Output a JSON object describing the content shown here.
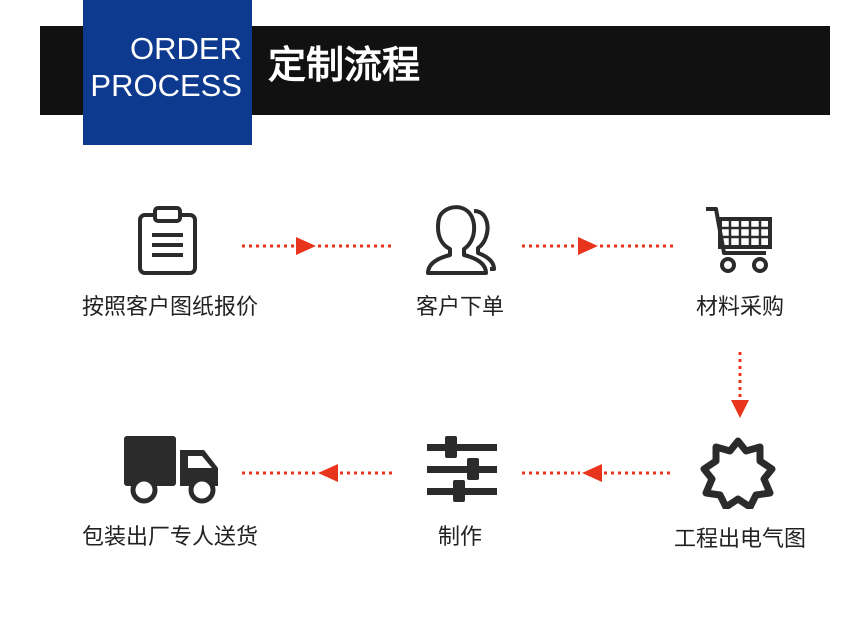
{
  "header": {
    "en_line1": "ORDER",
    "en_line2": "PROCESS",
    "cn_title": "定制流程",
    "colors": {
      "bar": "#111111",
      "blue": "#0d3a8e",
      "arrow": "#e8341c",
      "icon": "#2b2b2b"
    }
  },
  "steps": [
    {
      "label": "按照客户图纸报价",
      "icon": "clipboard-icon"
    },
    {
      "label": "客户下单",
      "icon": "users-icon"
    },
    {
      "label": "材料采购",
      "icon": "shopping-cart-icon"
    },
    {
      "label": "工程出电气图",
      "icon": "gear-icon"
    },
    {
      "label": "制作",
      "icon": "sliders-icon"
    },
    {
      "label": "包装出厂专人送货",
      "icon": "truck-icon"
    }
  ]
}
